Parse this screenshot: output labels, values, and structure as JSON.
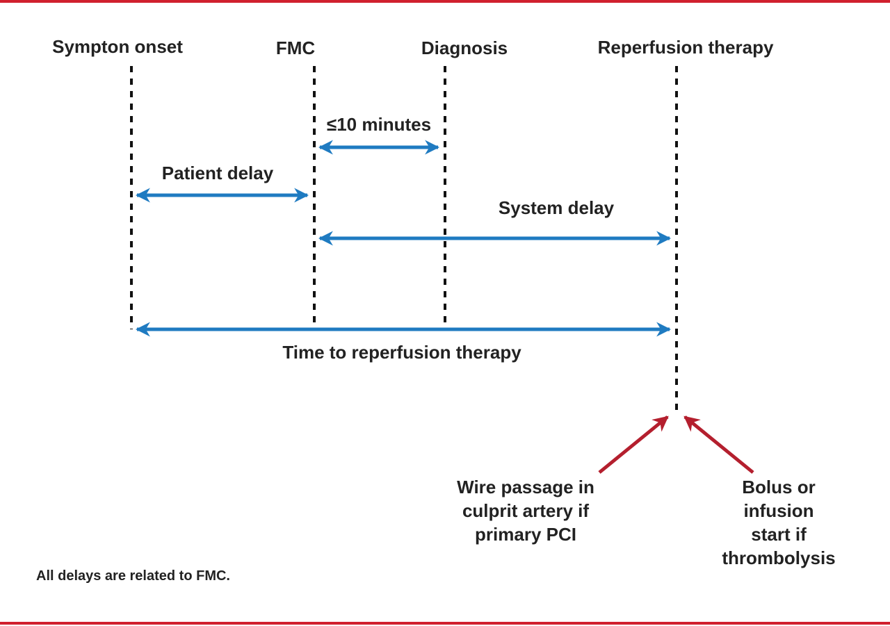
{
  "colors": {
    "frame": "#d0202e",
    "arrow_blue": "#1f7bc1",
    "arrow_red": "#b41f2e",
    "text": "#222222"
  },
  "milestones": {
    "symptom_onset": "Sympton onset",
    "fmc": "FMC",
    "diagnosis": "Diagnosis",
    "reperfusion": "Reperfusion therapy"
  },
  "intervals": {
    "ten_minutes": "≤10 minutes",
    "patient_delay": "Patient delay",
    "system_delay": "System delay",
    "time_to_reperfusion": "Time to reperfusion therapy"
  },
  "endpoints": {
    "pci": "Wire passage in\nculprit artery if\nprimary PCI",
    "thrombolysis": "Bolus or infusion\nstart if\nthrombolysis"
  },
  "footnote": "All delays are related to FMC."
}
